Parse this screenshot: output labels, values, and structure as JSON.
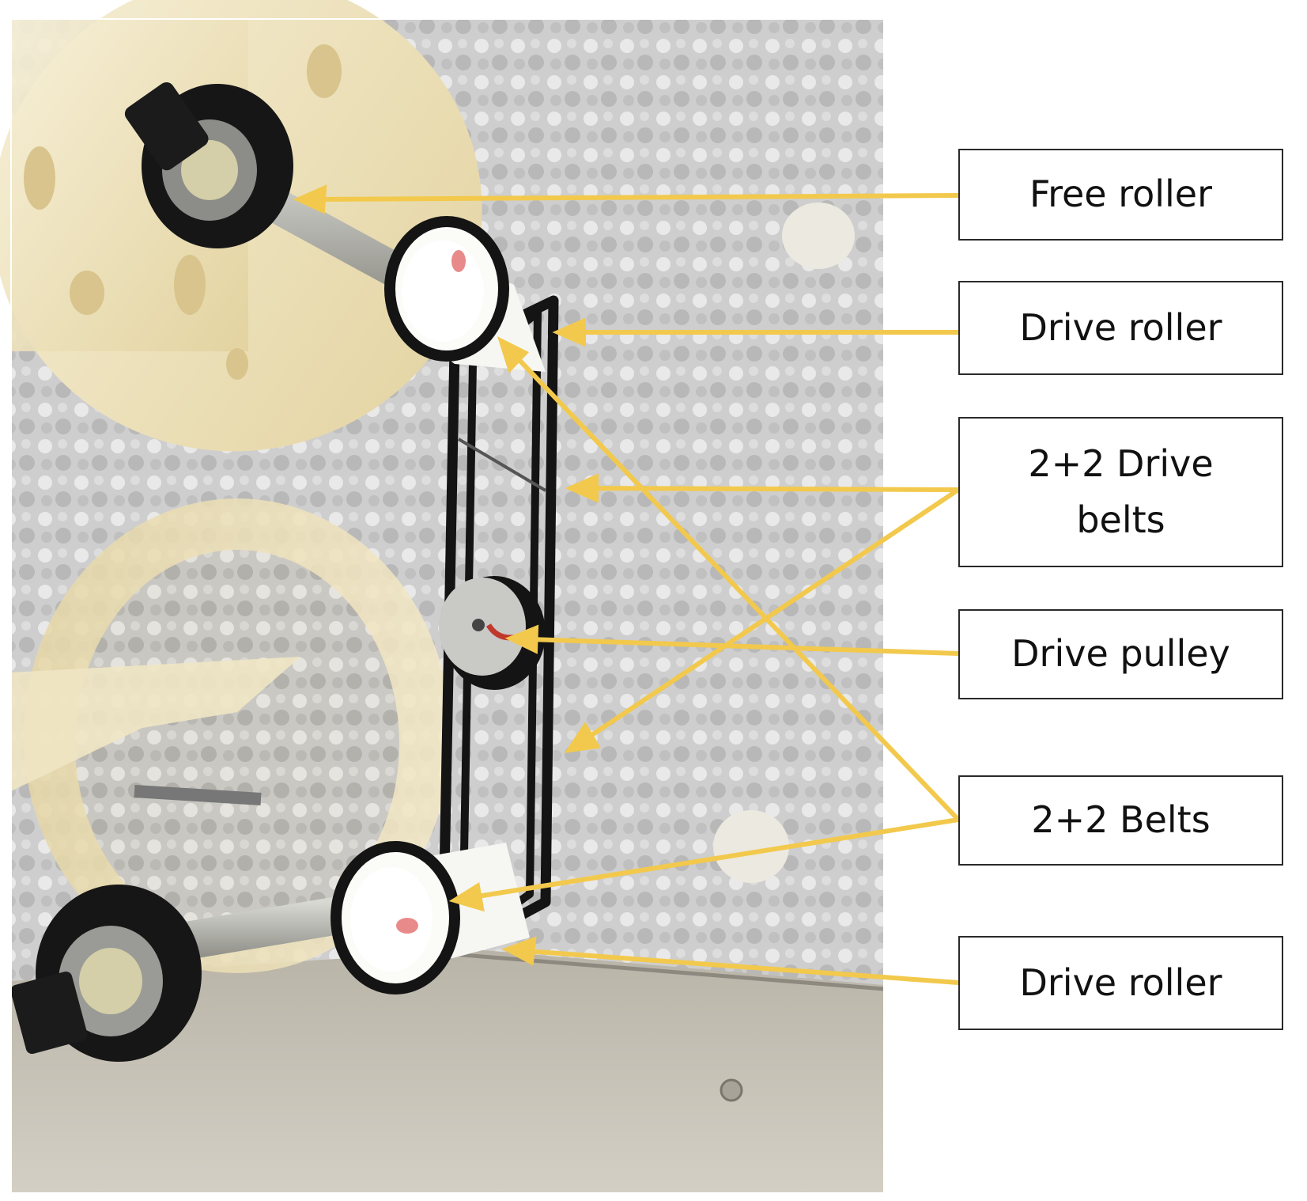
{
  "labels": [
    {
      "id": "free-roller",
      "text": "Free roller"
    },
    {
      "id": "drive-roller-top",
      "text": "Drive roller"
    },
    {
      "id": "drive-belts",
      "text": "2+2 Drive\nbelts"
    },
    {
      "id": "drive-pulley",
      "text": "Drive pulley"
    },
    {
      "id": "belts",
      "text": "2+2 Belts"
    },
    {
      "id": "drive-roller-bottom",
      "text": "Drive roller"
    }
  ],
  "colors": {
    "arrow": "#f2c94c",
    "box_border": "#2a2a2a",
    "belt": "#141414",
    "foil": "#bdbdbd",
    "drum": "#efe3bd",
    "roller": "#f6f6f2"
  },
  "icons": [
    "arrow-head"
  ]
}
